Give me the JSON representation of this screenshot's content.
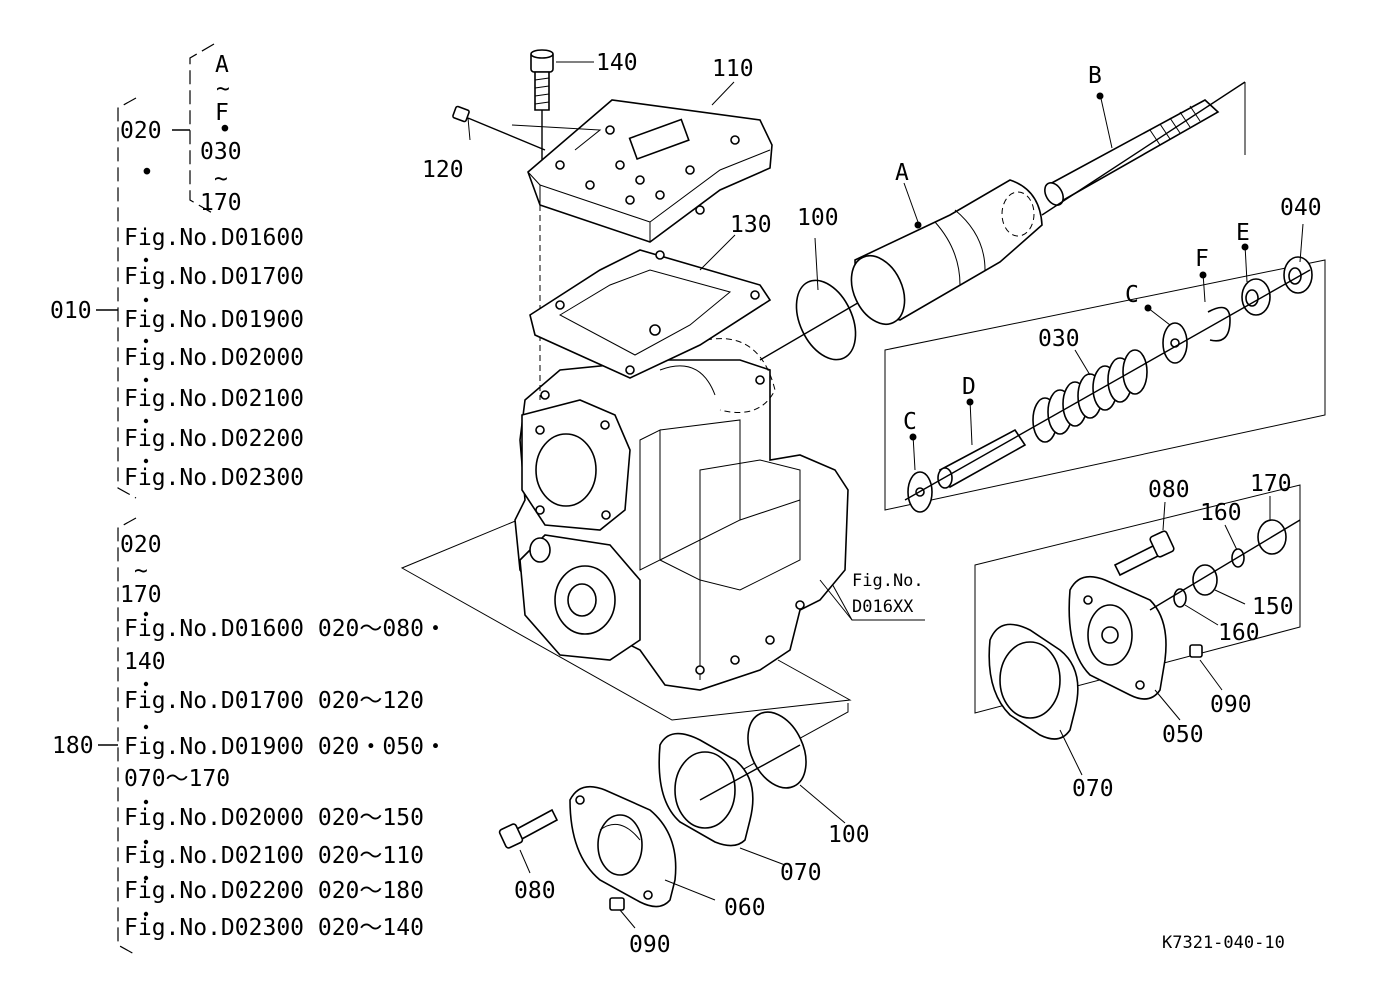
{
  "title_block": {
    "top_group": {
      "sub_code": "020",
      "sub_range": [
        "A",
        "~",
        "F",
        "•",
        "030",
        "~",
        "170"
      ],
      "dot": "•",
      "parent_code": "010",
      "figs": [
        "Fig.No.D01600",
        "Fig.No.D01700",
        "Fig.No.D01900",
        "Fig.No.D02000",
        "Fig.No.D02100",
        "Fig.No.D02200",
        "Fig.No.D02300"
      ]
    },
    "bottom_group": {
      "range_lines": [
        "020",
        "~",
        "170"
      ],
      "parent_code": "180",
      "figs": [
        {
          "line1": "Fig.No.D01600  020～080・",
          "line2": "140"
        },
        {
          "line1": "Fig.No.D01700  020～120",
          "line2": ""
        },
        {
          "line1": "Fig.No.D01900  020・050・",
          "line2": "070～170"
        },
        {
          "line1": "Fig.No.D02000  020～150",
          "line2": ""
        },
        {
          "line1": "Fig.No.D02100  020～110",
          "line2": ""
        },
        {
          "line1": "Fig.No.D02200  020～180",
          "line2": ""
        },
        {
          "line1": "Fig.No.D02300  020～140",
          "line2": ""
        }
      ]
    }
  },
  "callouts": {
    "p140": "140",
    "p110": "110",
    "p120": "120",
    "p130": "130",
    "p100a": "100",
    "pA": "A",
    "pB": "B",
    "p040": "040",
    "pE": "E",
    "pF": "F",
    "pC1": "C",
    "p030": "030",
    "pD": "D",
    "pC2": "C",
    "p080a": "080",
    "p170": "170",
    "p160a": "160",
    "p150": "150",
    "p160b": "160",
    "p090a": "090",
    "p050": "050",
    "p070a": "070",
    "p100b": "100",
    "p070b": "070",
    "p060": "060",
    "p080b": "080",
    "p090b": "090"
  },
  "fig_ref": {
    "line1": "Fig.No.",
    "line2": "D016XX"
  },
  "drawing_code": "K7321-040-10"
}
